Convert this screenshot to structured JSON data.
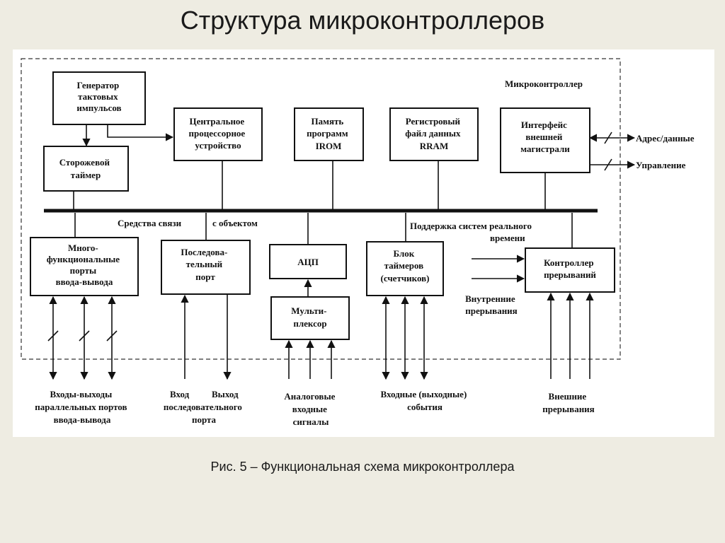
{
  "slide_title": "Структура микроконтроллеров",
  "caption": "Рис. 5 – Функциональная схема микроконтроллера",
  "diagram": {
    "region_label": "Микроконтроллер",
    "blocks": {
      "clock": [
        "Генератор",
        "тактовых",
        "импульсов"
      ],
      "watchdog": [
        "Сторожевой",
        "таймер"
      ],
      "cpu": [
        "Центральное",
        "процессорное",
        "устройство"
      ],
      "irom": [
        "Память",
        "программ",
        "IROM"
      ],
      "rram": [
        "Регистровый",
        "файл данных",
        "RRAM"
      ],
      "bus_if": [
        "Интерфейс",
        "внешней",
        "магистрали"
      ],
      "io_ports": [
        "Много-",
        "функциональные",
        "порты",
        "ввода-вывода"
      ],
      "serial": [
        "Последова-",
        "тельный",
        "порт"
      ],
      "adc": [
        "АЦП"
      ],
      "mux": [
        "Мульти-",
        "плексор"
      ],
      "timers": [
        "Блок",
        "таймеров",
        "(счетчиков)"
      ],
      "irq": [
        "Контроллер",
        "прерываний"
      ]
    },
    "labels": {
      "object_link_1": "Средства связи",
      "object_link_2": "с объектом",
      "realtime_1": "Поддержка систем реального",
      "realtime_2": "времени",
      "addr_data": "Адрес/данные",
      "control": "Управление",
      "internal_irq_1": "Внутренние",
      "internal_irq_2": "прерывания"
    },
    "bottom_labels": {
      "io": [
        "Входы-выходы",
        "параллельных портов",
        "ввода-вывода"
      ],
      "serial_in": "Вход",
      "serial_out": "Выход",
      "serial_rest": [
        "последовательного",
        "порта"
      ],
      "analog": [
        "Аналоговые",
        "входные",
        "сигналы"
      ],
      "events": [
        "Входные (выходные)",
        "события"
      ],
      "ext_irq": [
        "Внешние",
        "прерывания"
      ]
    }
  }
}
